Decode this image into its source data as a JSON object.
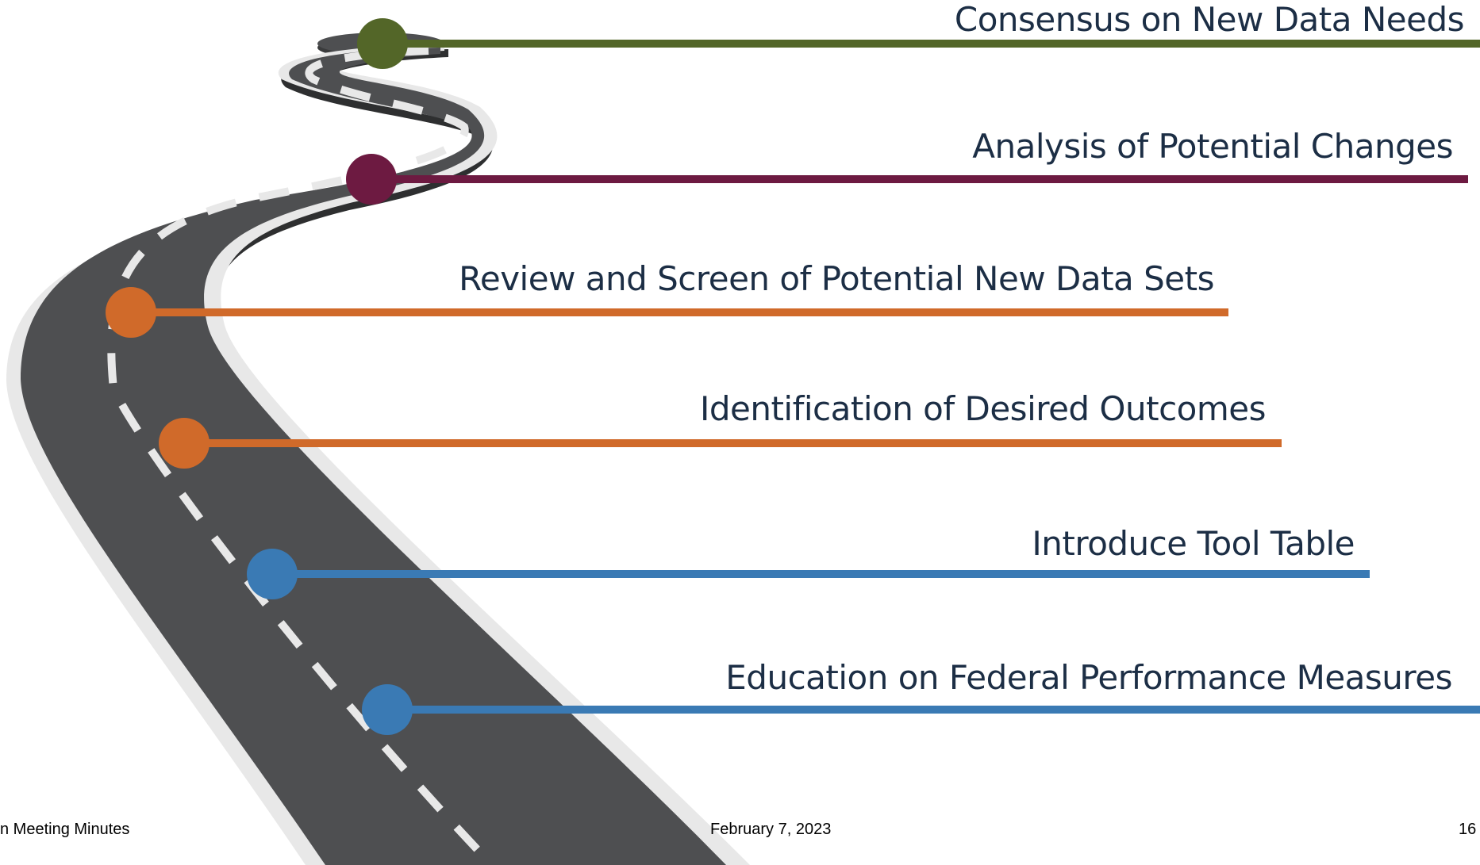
{
  "milestones": [
    {
      "label": "Consensus on New Data Needs",
      "color": "#536628"
    },
    {
      "label": "Analysis of Potential Changes",
      "color": "#6d1a41"
    },
    {
      "label": "Review and Screen of Potential New Data Sets",
      "color": "#d06a2a"
    },
    {
      "label": "Identification of Desired Outcomes",
      "color": "#d06a2a"
    },
    {
      "label": "Introduce Tool Table",
      "color": "#3a7ab4"
    },
    {
      "label": "Education on Federal Performance Measures",
      "color": "#3a7ab4"
    }
  ],
  "footer": {
    "left": "n Meeting Minutes",
    "center": "February 7, 2023",
    "page": "16"
  },
  "colors": {
    "road": "#4e4f51",
    "road_edge": "#e8e8e8",
    "road_shadow": "#2e2f30",
    "text": "#1c2e45"
  }
}
